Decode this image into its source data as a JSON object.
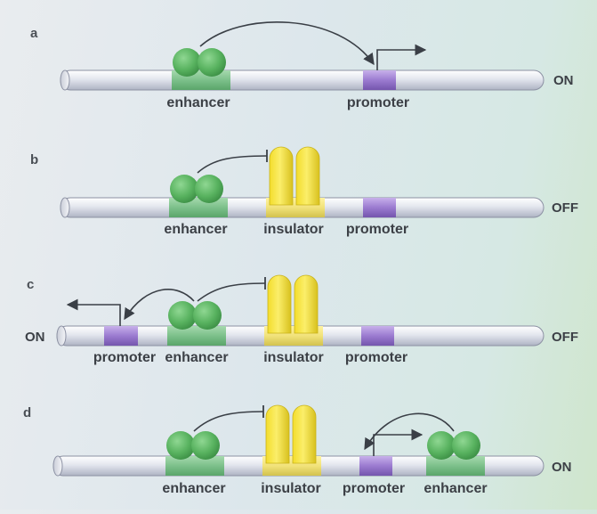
{
  "panels": [
    {
      "letter": "a",
      "state_right": "ON",
      "labels": [
        "enhancer",
        "promoter"
      ]
    },
    {
      "letter": "b",
      "state_right": "OFF",
      "labels": [
        "enhancer",
        "insulator",
        "promoter"
      ]
    },
    {
      "letter": "c",
      "state_left": "ON",
      "state_right": "OFF",
      "labels": [
        "promoter",
        "enhancer",
        "insulator",
        "promoter"
      ]
    },
    {
      "letter": "d",
      "state_right": "ON",
      "labels": [
        "enhancer",
        "insulator",
        "promoter",
        "enhancer"
      ]
    }
  ],
  "colors": {
    "enhancer": "#5fb565",
    "enhancer_base": "#7cc08a",
    "insulator": "#e6d23a",
    "promoter": "#8c6bbf",
    "dna": "#d9dde6",
    "arrow": "#3a3f46"
  }
}
